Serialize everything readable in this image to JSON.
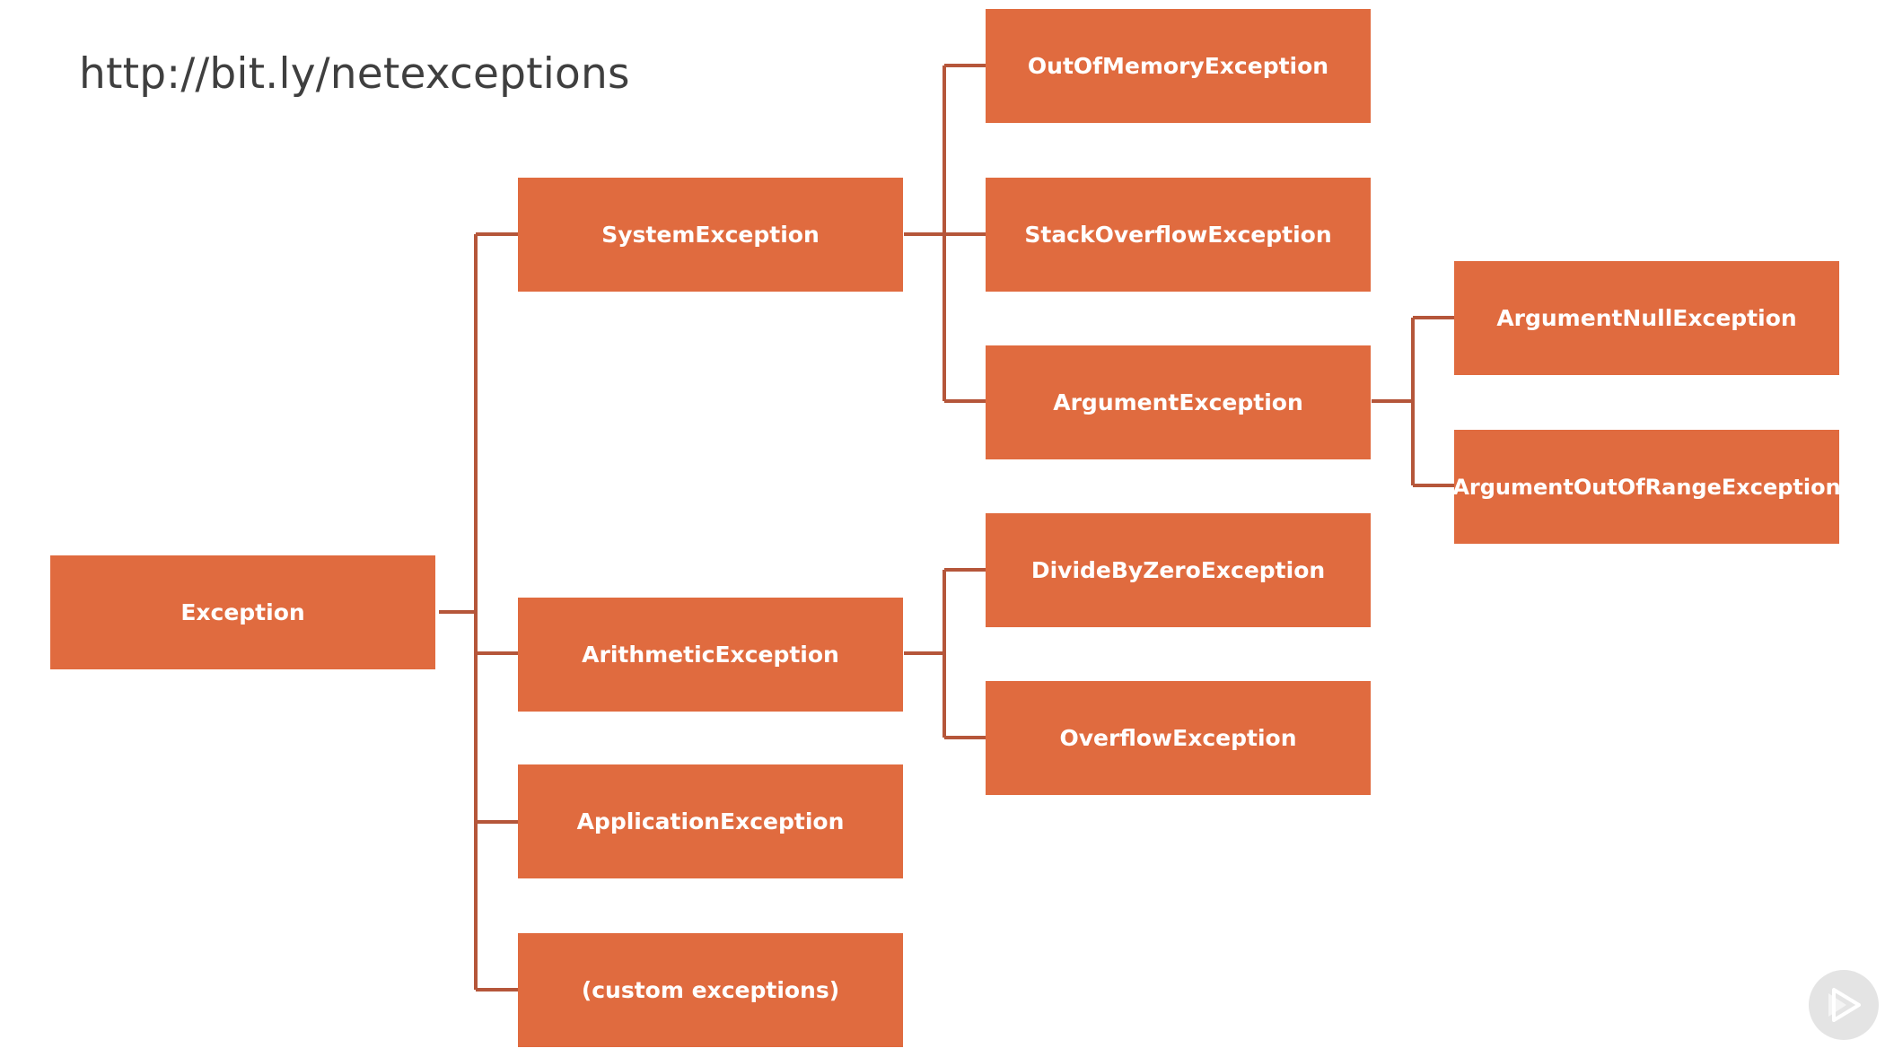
{
  "url": "http://bit.ly/netexceptions",
  "nodes": {
    "exception": "Exception",
    "system_exception": "SystemException",
    "arithmetic_exception": "ArithmeticException",
    "application_exception": "ApplicationException",
    "custom_exceptions": "(custom exceptions)",
    "out_of_memory_exception": "OutOfMemoryException",
    "stack_overflow_exception": "StackOverflowException",
    "argument_exception": "ArgumentException",
    "divide_by_zero_exception": "DivideByZeroException",
    "overflow_exception": "OverflowException",
    "argument_null_exception": "ArgumentNullException",
    "argument_out_of_range_exception": "ArgumentOutOfRangeException"
  },
  "hierarchy": [
    {
      "parent": "exception",
      "children": [
        "system_exception",
        "arithmetic_exception",
        "application_exception",
        "custom_exceptions"
      ]
    },
    {
      "parent": "system_exception",
      "children": [
        "out_of_memory_exception",
        "stack_overflow_exception",
        "argument_exception"
      ]
    },
    {
      "parent": "arithmetic_exception",
      "children": [
        "divide_by_zero_exception",
        "overflow_exception"
      ]
    },
    {
      "parent": "argument_exception",
      "children": [
        "argument_null_exception",
        "argument_out_of_range_exception"
      ]
    }
  ],
  "colors": {
    "node_fill": "#e06b3f",
    "connector": "#b5563a",
    "title_text": "#3f3f3f"
  },
  "icons": {
    "play": "play-icon"
  }
}
